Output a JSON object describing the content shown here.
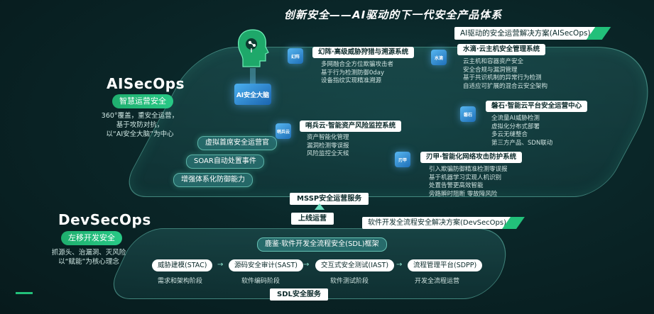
{
  "title": "创新安全——AI驱动的下一代安全产品体系",
  "ai_solution_tag": "AI驱动的安全运营解决方案(AISecOps)",
  "dev_solution_tag": "软件开发全流程安全解决方案(DevSecOps)",
  "aisecops": {
    "label": "AISecOps",
    "pill": "智慧运营安全",
    "desc": [
      "360°覆盖，重安全运营，",
      "基于攻防对抗，",
      "以“AI安全大脑”为中心"
    ],
    "brain_label": "AI安全大脑",
    "capabilities": [
      "虚拟首席安全运营官",
      "SOAR自动处置事件",
      "增强体系化防御能力"
    ]
  },
  "modules": [
    {
      "title": "幻阵·高级威胁狩猎与溯源系统",
      "icon": "幻阵",
      "lines": [
        "多网融合全方位欺骗攻击者",
        "基于行为检测防御0day",
        "设备指纹实现精准溯源"
      ]
    },
    {
      "title": "水滴·云主机安全管理系统",
      "icon": "水滴",
      "lines": [
        "云主机和容器资产安全",
        "安全合规与漏洞管理",
        "基于共识机制的异常行为检测",
        "自适应可扩展的混合云安全架构"
      ]
    },
    {
      "title": "哨兵云·智能资产风险监控系统",
      "icon": "哨兵云",
      "lines": [
        "资产智能化管理",
        "漏洞检测零误报",
        "风险监控全天候"
      ]
    },
    {
      "title": "磐石·智能云平台安全运营中心",
      "icon": "磐石",
      "lines": [
        "全流量AI威胁检测",
        "虚拟化分布式部署",
        "多云无缝整合",
        "第三方产品、SDN联动"
      ]
    },
    {
      "title": "刃甲·智能化网络攻击防护系统",
      "icon": "刃甲",
      "lines": [
        "引入欺骗防御精准检测零误报",
        "基于机器学习实现人机识别",
        "处置告警更高效智能",
        "旁路瞬时阻断 零故障风险"
      ]
    }
  ],
  "mssp": "MSSP安全运营服务",
  "online_ops": "上线运营",
  "devsecops": {
    "label": "DevSecOps",
    "pill": "左移开发安全",
    "desc": [
      "抓源头、治漏洞、灭风险",
      "以“赋能”为核心理念"
    ],
    "sdl_framework": "鹿鉴·软件开发全流程安全(SDL)框架",
    "stages": [
      {
        "name": "威胁建模(STAC)",
        "phase": "需求和架构阶段"
      },
      {
        "name": "源码安全审计(SAST)",
        "phase": "软件编码阶段"
      },
      {
        "name": "交互式安全测试(IAST)",
        "phase": "软件测试阶段"
      },
      {
        "name": "流程管理平台(SDPP)",
        "phase": "开发全流程运营"
      }
    ],
    "sdl_service": "SDL安全服务"
  },
  "colors": {
    "accent_green": "#22c07a",
    "cube_blue": "#2f86d0",
    "background": "#0a2628"
  }
}
